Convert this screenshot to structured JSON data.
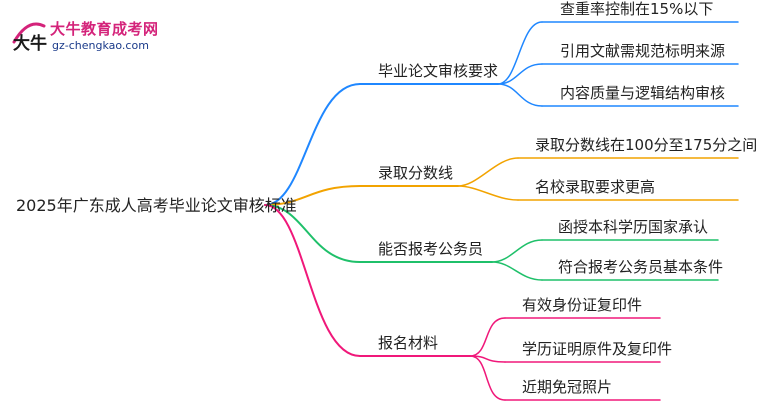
{
  "logo": {
    "title": "大牛教育成考网",
    "url": "gz-chengkao.com",
    "mark_chars": "大牛"
  },
  "root": {
    "label": "2025年广东成人高考毕业论文审核标准"
  },
  "branches": [
    {
      "label": "毕业论文审核要求",
      "color": "#1f87ff",
      "children": [
        "查重率控制在15%以下",
        "引用文献需规范标明来源",
        "内容质量与逻辑结构审核"
      ]
    },
    {
      "label": "录取分数线",
      "color": "#f2a300",
      "children": [
        "录取分数线在100分至175分之间",
        "名校录取要求更高"
      ]
    },
    {
      "label": "能否报考公务员",
      "color": "#1fc06a",
      "children": [
        "函授本科学历国家承认",
        "符合报考公务员基本条件"
      ]
    },
    {
      "label": "报名材料",
      "color": "#f0187a",
      "children": [
        "有效身份证复印件",
        "学历证明原件及复印件",
        "近期免冠照片"
      ]
    }
  ]
}
